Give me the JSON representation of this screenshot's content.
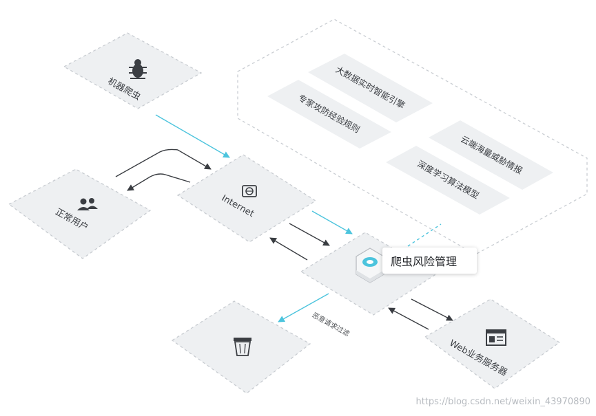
{
  "nodes": {
    "bot_crawler": "机器爬虫",
    "normal_user": "正常用户",
    "internet": "Internet",
    "web_server": "Web业务服务器",
    "risk_management": "爬虫风险管理"
  },
  "capabilities": [
    "大数据实时智能引擎",
    "专家攻防经验规则",
    "云端海量威胁情报",
    "深度学习算法模型"
  ],
  "flow_labels": {
    "malicious_filter": "恶意请求过滤"
  },
  "icons": {
    "bot_crawler": "bug-icon",
    "normal_user": "users-icon",
    "internet": "globe-icon",
    "web_server": "server-window-icon",
    "trash": "trash-bin-icon",
    "risk": "shield-cube-icon"
  },
  "colors": {
    "accent_flow": "#4cc4dd",
    "normal_flow": "#3a3d42",
    "node_fill": "#eef0f2"
  },
  "watermark": "https://blog.csdn.net/weixin_43970890"
}
